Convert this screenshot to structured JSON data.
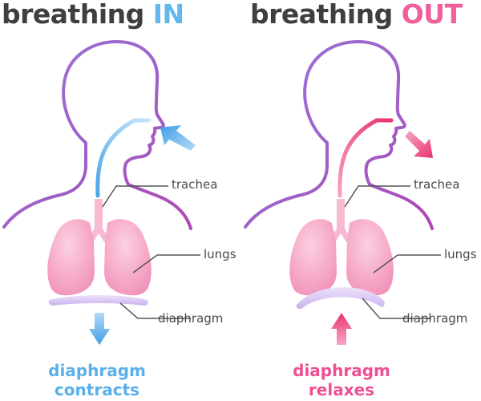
{
  "titles": {
    "in": {
      "prefix": "breathing ",
      "accent": "IN"
    },
    "out": {
      "prefix": "breathing ",
      "accent": "OUT"
    }
  },
  "labels": {
    "trachea": "trachea",
    "lungs": "lungs",
    "diaphragm": "diaphragm"
  },
  "captions": {
    "in": {
      "line1": "diaphragm",
      "line2": "contracts"
    },
    "out": {
      "line1": "diaphragm",
      "line2": "relaxes"
    }
  },
  "colors": {
    "outline": "#a45cc4",
    "in_blue": "#62b8ee",
    "out_pink": "#ef5f9c",
    "lung_pink": "#f7a6c6",
    "diaphragm_lilac": "#d8c6f2",
    "leader_line": "#555555",
    "text_dark": "#3f3f3f"
  }
}
